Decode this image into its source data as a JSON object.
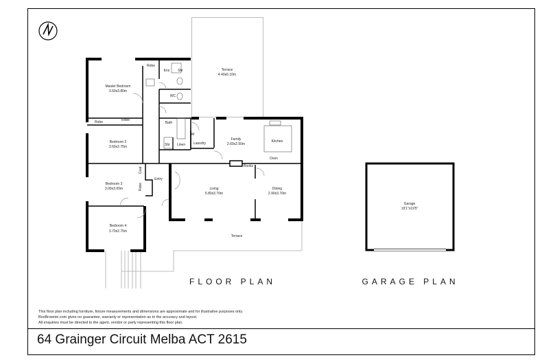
{
  "compass": {
    "icon": "north-arrow-icon"
  },
  "rooms": {
    "master_bedroom": {
      "name": "Master Bedroom",
      "size": "3.60x3.80m"
    },
    "robe_master": "Robe",
    "ensuite": "Ens",
    "ensuite_shower": "Shr",
    "wc": "WC",
    "terrace_top": {
      "name": "Terrace",
      "size": "4.40x6.10m"
    },
    "robe_a": "Robe",
    "robe_b": "Robe",
    "bedroom2": {
      "name": "Bedroom 2",
      "size": "3.60x2.75m"
    },
    "bath": "Bath",
    "bath_shower": "Shr",
    "linen": "Linen",
    "laundry": "Laundry",
    "washer": "W",
    "family": {
      "name": "Family",
      "size": "2.60x2.50m"
    },
    "kitchen": "Kitchen",
    "oven": "Oven",
    "books": "Books",
    "coat": "Coat",
    "robe_bed3": "Robe",
    "entry": "Entry",
    "bedroom3": {
      "name": "Bedroom 3",
      "size": "3.00x3.00m"
    },
    "living": {
      "name": "Living",
      "size": "5.80x3.70m"
    },
    "dining": {
      "name": "Dining",
      "size": "2.90x3.70m"
    },
    "bedroom4": {
      "name": "Bedroom 4",
      "size": "3.70x2.75m"
    },
    "terrace_bottom": "Terrace",
    "garage": {
      "name": "Garage",
      "size": "19'1\"x19'5\""
    }
  },
  "titles": {
    "floor_plan": "FLOOR PLAN",
    "garage_plan": "GARAGE PLAN"
  },
  "disclaimer": [
    "This floor plan including furniture, fixture measurements and dimensions are approximate and for illustrative purposes only.",
    "BoxBrownie.com gives no guarantee, warranty or representation as to the accuracy and layout.",
    "All enquiries must be directed to the agent, vendor or party representing this floor plan."
  ],
  "address": "64 Grainger Circuit Melba ACT 2615"
}
